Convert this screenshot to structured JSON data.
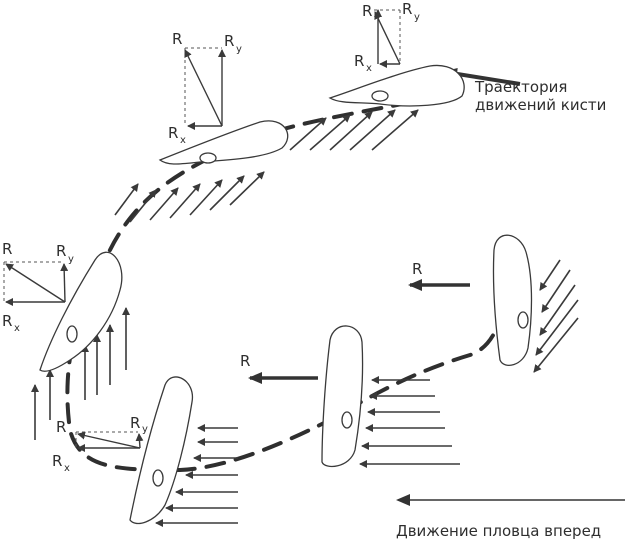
{
  "labels": {
    "trajectory_line1": "Траектория",
    "trajectory_line2": "движений кисти",
    "forward_motion": "Движение пловца вперед",
    "R": "R",
    "x": "x",
    "y": "y"
  },
  "colors": {
    "ink": "#3a3a3a",
    "background": "#ffffff"
  }
}
